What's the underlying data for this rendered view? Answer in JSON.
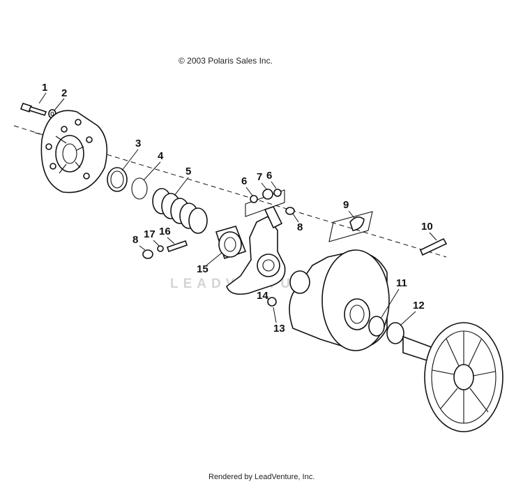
{
  "copyright": "© 2003 Polaris Sales Inc.",
  "footer": "Rendered by LeadVenture, Inc.",
  "watermark": "LEADVENTURE",
  "callouts": [
    "1",
    "2",
    "3",
    "4",
    "5",
    "6",
    "7",
    "6",
    "8",
    "8",
    "17",
    "16",
    "15",
    "9",
    "10",
    "14",
    "13",
    "11",
    "12"
  ]
}
